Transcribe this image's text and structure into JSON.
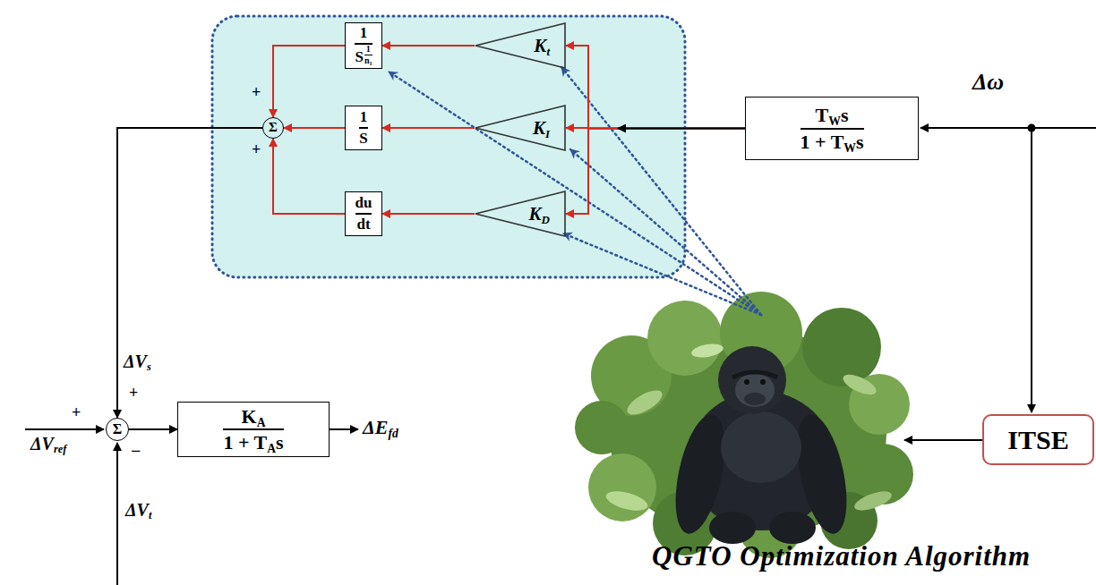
{
  "diagram": {
    "nodes": [
      {
        "text": [
          "1",
          "S",
          "1",
          "n1"
        ]
      },
      {
        "text": [
          "Kt"
        ]
      },
      {
        "text": [
          "Σ"
        ]
      },
      {
        "text": [
          "1",
          "S"
        ]
      },
      {
        "text": [
          "KI"
        ]
      },
      {
        "text": [
          "TWs",
          "1 + TWs"
        ]
      },
      {
        "text": [
          "du",
          "dt"
        ]
      },
      {
        "text": [
          "KD"
        ]
      },
      {
        "text": [
          "Σ"
        ]
      },
      {
        "text": [
          "KA",
          "1 + TAs"
        ]
      },
      {
        "text": [
          "ITSE"
        ]
      }
    ],
    "edges": [
      {
        "from": 5,
        "to": 1,
        "arrow": "to"
      },
      {
        "from": 5,
        "to": 4,
        "arrow": "to"
      },
      {
        "from": 5,
        "to": 7,
        "arrow": "to"
      },
      {
        "from": 1,
        "to": 0,
        "arrow": "to"
      },
      {
        "from": 4,
        "to": 3,
        "arrow": "to"
      },
      {
        "from": 7,
        "to": 6,
        "arrow": "to"
      },
      {
        "from": 0,
        "to": 2,
        "arrow": "to"
      },
      {
        "from": 3,
        "to": 2,
        "arrow": "to"
      },
      {
        "from": 6,
        "to": 2,
        "arrow": "to"
      },
      {
        "from": 2,
        "to": 8,
        "arrow": "to"
      },
      {
        "from": 8,
        "to": 9,
        "arrow": "to"
      }
    ],
    "labels": [
      "+",
      "+",
      "Δω",
      "ΔVs",
      "+",
      "+",
      "ΔVref",
      "−",
      "ΔVt",
      "ΔEfd",
      "QGTO Optimization Algorithm"
    ]
  }
}
